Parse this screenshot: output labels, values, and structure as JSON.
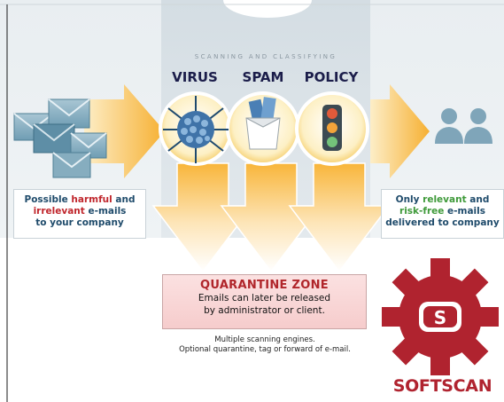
{
  "panel_title": "SCANNING AND CLASSIFYING",
  "engines": [
    {
      "label": "VIRUS",
      "icon": "virus-icon"
    },
    {
      "label": "SPAM",
      "icon": "spam-box-icon"
    },
    {
      "label": "POLICY",
      "icon": "traffic-light-icon"
    }
  ],
  "left_box": {
    "line1_a": "Possible ",
    "line1_hl": "harmful",
    "line1_b": " and",
    "line2_hl": "irrelevant",
    "line2_b": " e-mails",
    "line3": "to your company"
  },
  "right_box": {
    "line1_a": "Only ",
    "line1_hl": "relevant",
    "line1_b": " and",
    "line2_hl": "risk-free",
    "line2_b": " e-mails",
    "line3": "delivered to company"
  },
  "quarantine": {
    "title": "QUARANTINE ZONE",
    "line1": "Emails can later be released",
    "line2": "by administrator or client."
  },
  "notes": {
    "line1": "Multiple scanning engines.",
    "line2": "Optional quarantine, tag or forward of e-mail."
  },
  "brand": {
    "name": "SOFTSCAN",
    "logo_letter": "S"
  },
  "colors": {
    "brand_red": "#b0232f",
    "arrow_orange": "#f7b733",
    "text_blue": "#1f4b6b",
    "highlight_red": "#c0272d",
    "highlight_green": "#3f9a3a"
  }
}
